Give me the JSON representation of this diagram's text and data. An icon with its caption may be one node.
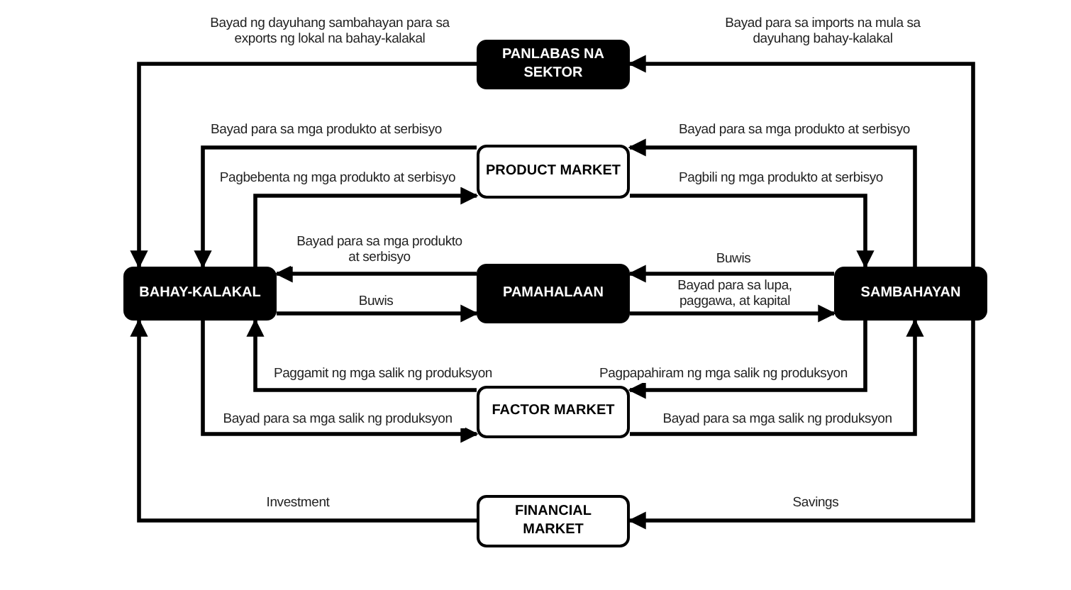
{
  "diagram": {
    "nodes": [
      {
        "text": [
          "PANLABAS NA SEKTOR"
        ]
      },
      {
        "text": [
          "PRODUCT MARKET"
        ]
      },
      {
        "text": [
          "BAHAY-KALAKAL"
        ]
      },
      {
        "text": [
          "PAMAHALAAN"
        ]
      },
      {
        "text": [
          "SAMBAHAYAN"
        ]
      },
      {
        "text": [
          "FACTOR MARKET"
        ]
      },
      {
        "text": [
          "FINANCIAL MARKET"
        ]
      }
    ],
    "edges": [
      {
        "from": 0,
        "to": 2,
        "arrow": "to",
        "label": "Bayad ng dayuhang sambahayan para sa exports ng lokal na bahay-kalakal"
      },
      {
        "from": 4,
        "to": 0,
        "arrow": "to",
        "label": "Bayad para sa imports na mula sa dayuhang bahay-kalakal"
      },
      {
        "from": 1,
        "to": 2,
        "arrow": "to",
        "label": "Bayad para sa mga produkto at serbisyo"
      },
      {
        "from": 2,
        "to": 1,
        "arrow": "to",
        "label": "Pagbebenta ng mga produkto at serbisyo"
      },
      {
        "from": 4,
        "to": 1,
        "arrow": "to",
        "label": "Bayad para sa mga produkto at serbisyo"
      },
      {
        "from": 1,
        "to": 4,
        "arrow": "to",
        "label": "Pagbili ng mga produkto at serbisyo"
      },
      {
        "from": 3,
        "to": 2,
        "arrow": "to",
        "label": "Bayad para sa mga produkto at serbisyo"
      },
      {
        "from": 2,
        "to": 3,
        "arrow": "to",
        "label": "Buwis"
      },
      {
        "from": 4,
        "to": 3,
        "arrow": "to",
        "label": "Buwis"
      },
      {
        "from": 3,
        "to": 4,
        "arrow": "to",
        "label": "Bayad para sa lupa, paggawa, at kapital"
      },
      {
        "from": 5,
        "to": 2,
        "arrow": "to",
        "label": "Paggamit ng mga salik ng produksyon"
      },
      {
        "from": 2,
        "to": 5,
        "arrow": "to",
        "label": "Bayad para sa mga salik ng produksyon"
      },
      {
        "from": 4,
        "to": 5,
        "arrow": "to",
        "label": "Pagpapahiram ng mga salik ng produksyon"
      },
      {
        "from": 5,
        "to": 4,
        "arrow": "to",
        "label": "Bayad para sa mga salik ng produksyon"
      },
      {
        "from": 6,
        "to": 2,
        "arrow": "to",
        "label": "Investment"
      },
      {
        "from": 4,
        "to": 6,
        "arrow": "to",
        "label": "Savings"
      }
    ]
  }
}
